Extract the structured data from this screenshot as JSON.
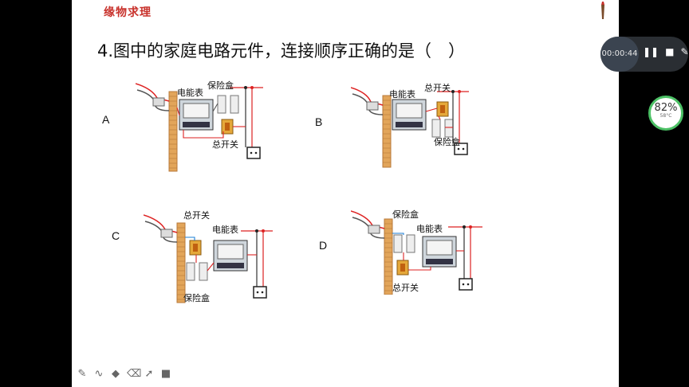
{
  "brand": "缘物求理",
  "question": "4.图中的家庭电路元件，连接顺序正确的是（　）",
  "options": [
    {
      "letter": "A",
      "labels": [
        "电能表",
        "保险盒",
        "总开关"
      ]
    },
    {
      "letter": "B",
      "labels": [
        "电能表",
        "总开关",
        "保险盒"
      ]
    },
    {
      "letter": "C",
      "labels": [
        "总开关",
        "电能表",
        "保险盒"
      ]
    },
    {
      "letter": "D",
      "labels": [
        "保险盒",
        "电能表",
        "总开关"
      ]
    }
  ],
  "recorder": {
    "time": "00:00:44",
    "pause": "❚❚",
    "stop": "■",
    "pen": "✎"
  },
  "monitor": {
    "percent": "82%",
    "temp": "58°C"
  },
  "tools": [
    "✎",
    "∿",
    "◆",
    "⌫",
    "➚",
    "■"
  ],
  "colors": {
    "brand": "#c8312b",
    "wire": "#d22",
    "pole": "#e2a55a"
  }
}
